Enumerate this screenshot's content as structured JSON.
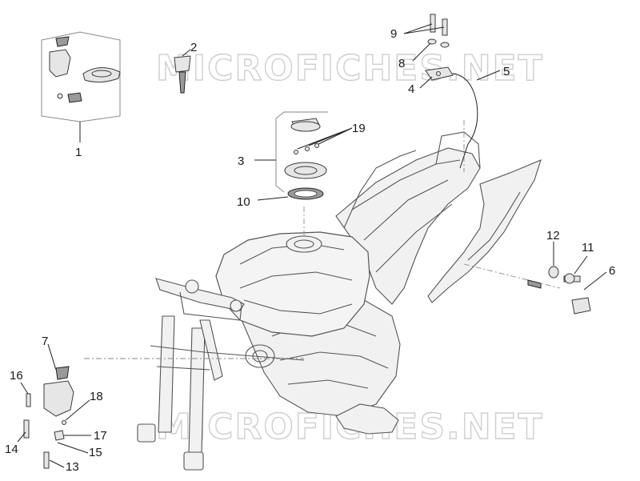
{
  "watermark": "MICROFICHES.NET",
  "callouts": [
    {
      "id": "c1",
      "label": "1"
    },
    {
      "id": "c2",
      "label": "2"
    },
    {
      "id": "c3",
      "label": "3"
    },
    {
      "id": "c4",
      "label": "4"
    },
    {
      "id": "c5",
      "label": "5"
    },
    {
      "id": "c6",
      "label": "6"
    },
    {
      "id": "c7",
      "label": "7"
    },
    {
      "id": "c8",
      "label": "8"
    },
    {
      "id": "c9",
      "label": "9"
    },
    {
      "id": "c10",
      "label": "10"
    },
    {
      "id": "c11",
      "label": "11"
    },
    {
      "id": "c12",
      "label": "12"
    },
    {
      "id": "c13",
      "label": "13"
    },
    {
      "id": "c14",
      "label": "14"
    },
    {
      "id": "c15",
      "label": "15"
    },
    {
      "id": "c16",
      "label": "16"
    },
    {
      "id": "c17",
      "label": "17"
    },
    {
      "id": "c18",
      "label": "18"
    },
    {
      "id": "c19",
      "label": "19"
    }
  ]
}
